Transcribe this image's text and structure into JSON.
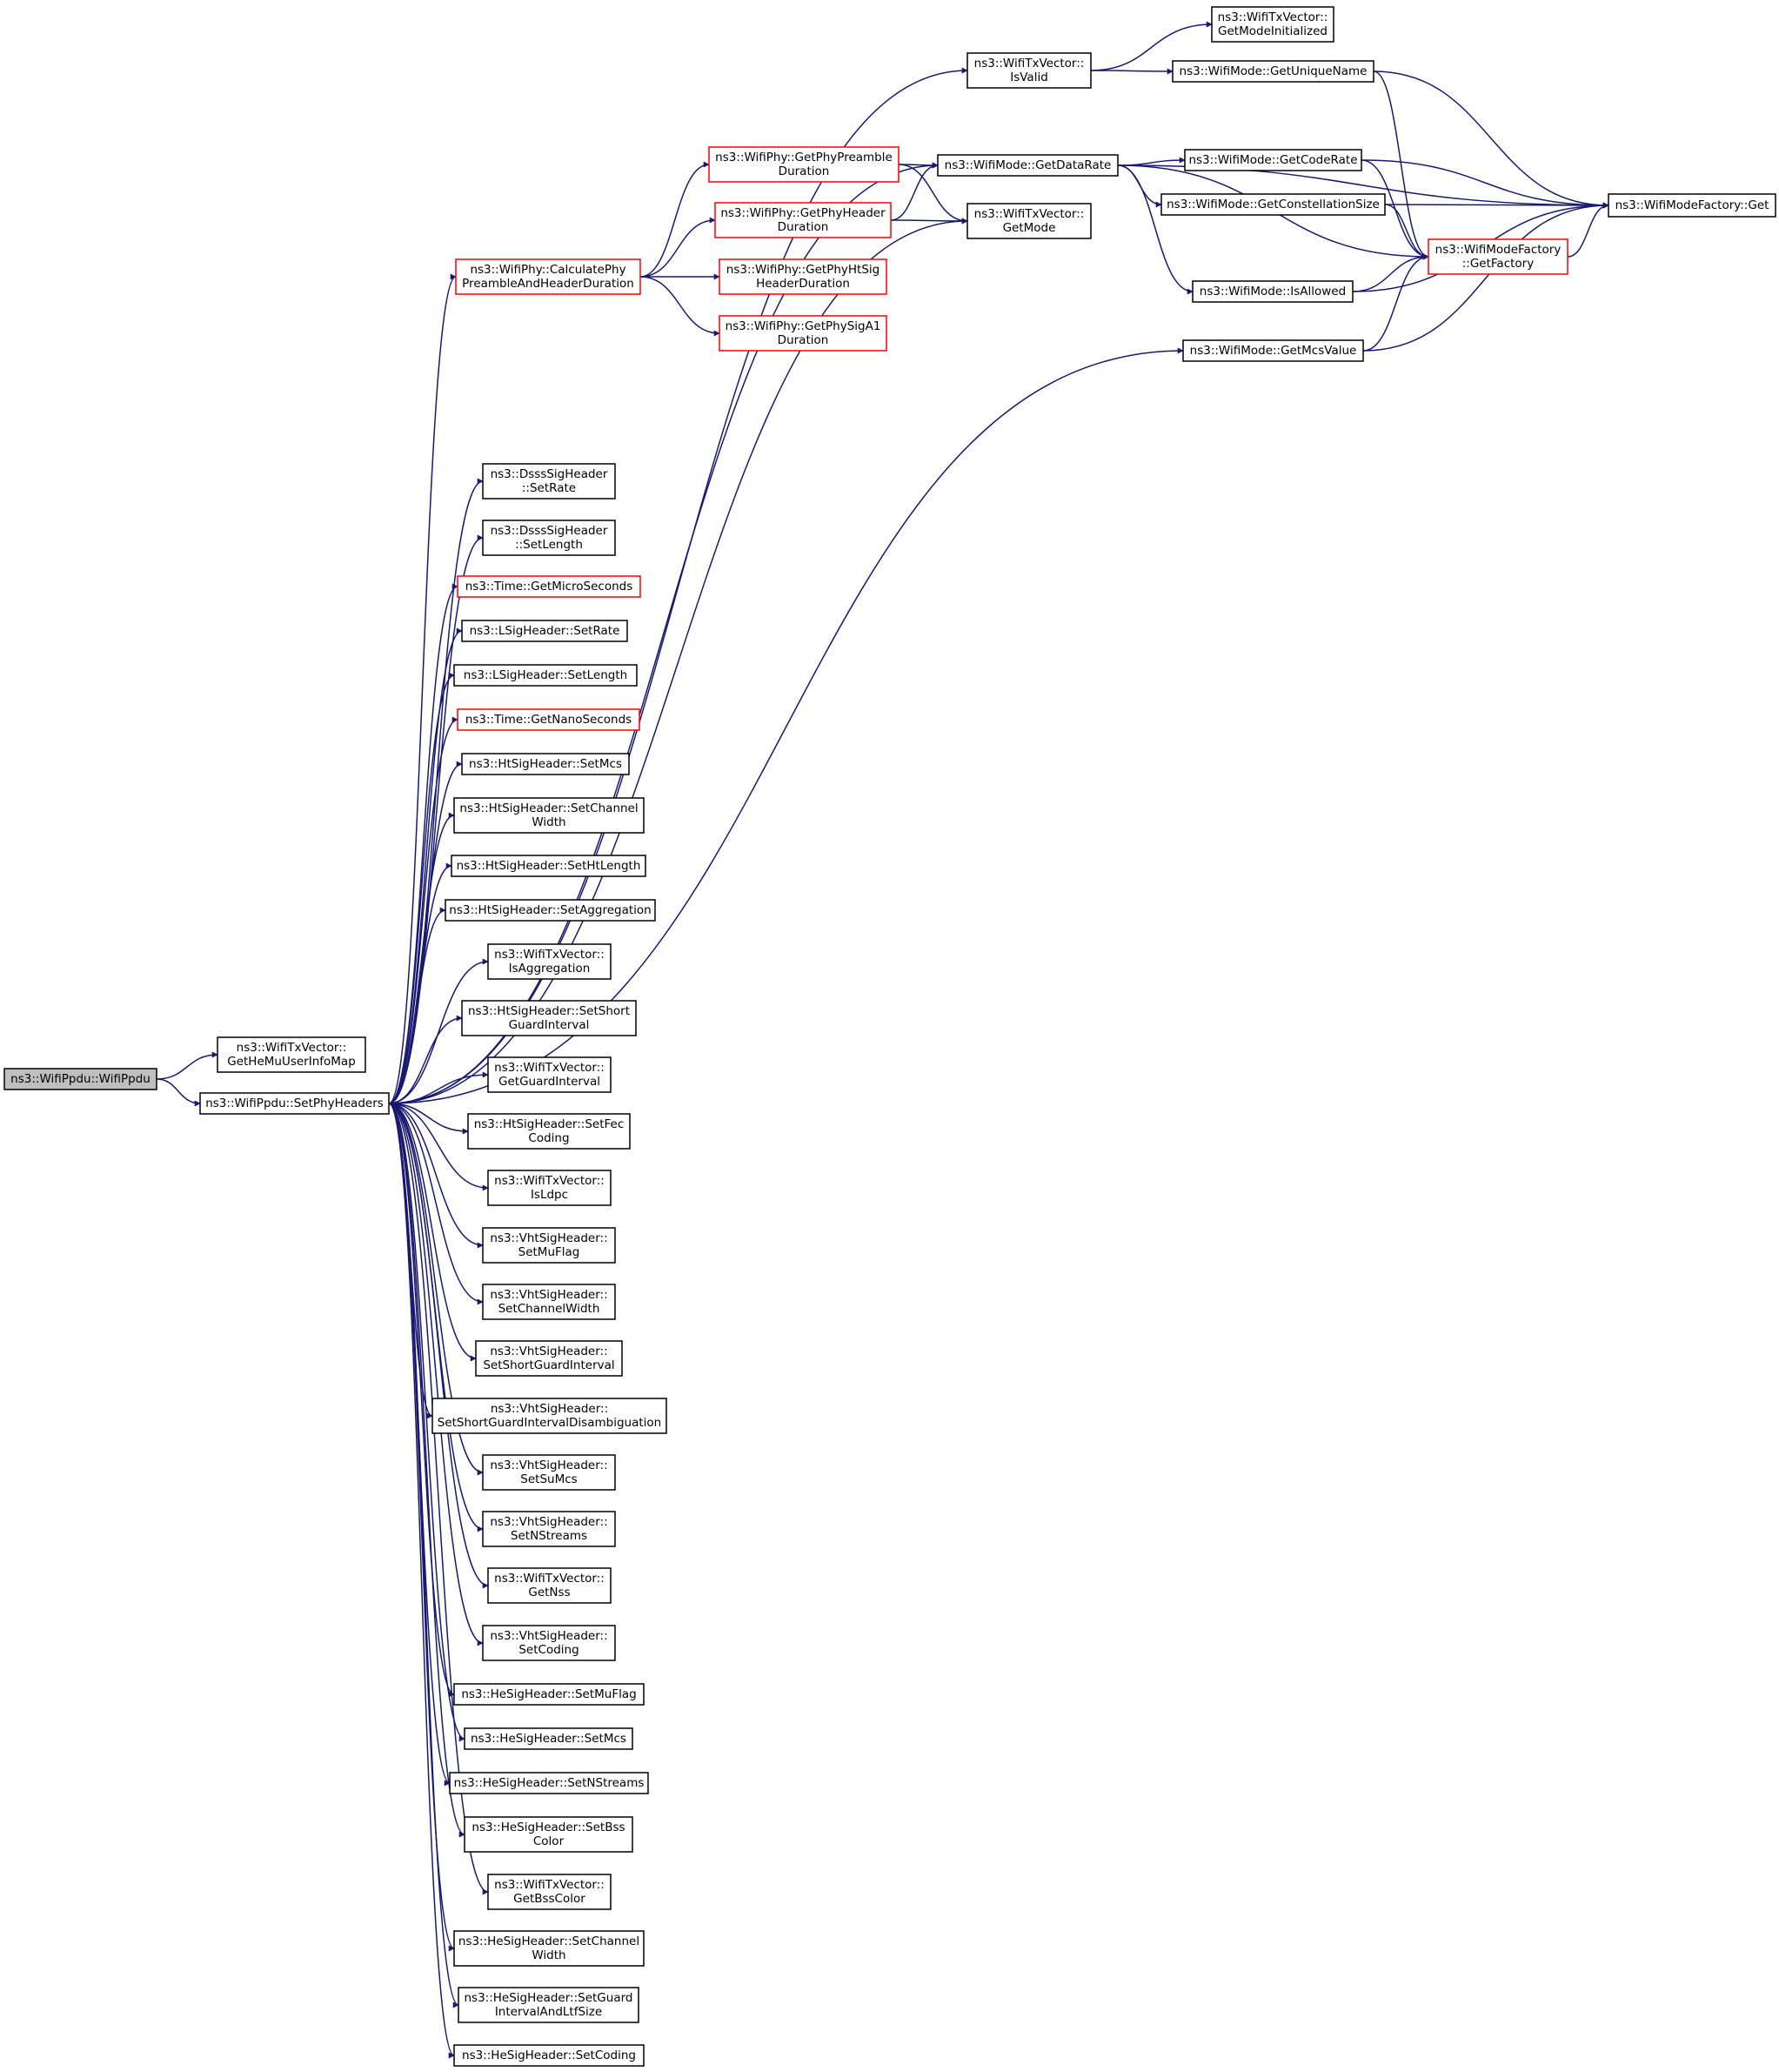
{
  "colors": {
    "edge": "#191970",
    "node_border": "#000000",
    "node_border_truncated": "#ff0000",
    "node_fill": "#ffffff",
    "root_fill": "#bfbfbf"
  },
  "nodes": [
    {
      "id": "root",
      "lines": [
        "ns3::WifiPpdu::WifiPpdu"
      ],
      "style": "root"
    },
    {
      "id": "getHeMu",
      "lines": [
        "ns3::WifiTxVector::",
        "GetHeMuUserInfoMap"
      ],
      "style": "normal"
    },
    {
      "id": "setPhy",
      "lines": [
        "ns3::WifiPpdu::SetPhyHeaders"
      ],
      "style": "normal"
    },
    {
      "id": "getModeInit",
      "lines": [
        "ns3::WifiTxVector::",
        "GetModeInitialized"
      ],
      "style": "normal"
    },
    {
      "id": "isValid",
      "lines": [
        "ns3::WifiTxVector::",
        "IsValid"
      ],
      "style": "normal"
    },
    {
      "id": "getUniqueName",
      "lines": [
        "ns3::WifiMode::GetUniqueName"
      ],
      "style": "normal"
    },
    {
      "id": "getPreamble",
      "lines": [
        "ns3::WifiPhy::GetPhyPreamble",
        "Duration"
      ],
      "style": "truncated"
    },
    {
      "id": "getDataRate",
      "lines": [
        "ns3::WifiMode::GetDataRate"
      ],
      "style": "normal"
    },
    {
      "id": "getCodeRate",
      "lines": [
        "ns3::WifiMode::GetCodeRate"
      ],
      "style": "normal"
    },
    {
      "id": "getHeader",
      "lines": [
        "ns3::WifiPhy::GetPhyHeader",
        "Duration"
      ],
      "style": "truncated"
    },
    {
      "id": "getMode",
      "lines": [
        "ns3::WifiTxVector::",
        "GetMode"
      ],
      "style": "normal"
    },
    {
      "id": "getConst",
      "lines": [
        "ns3::WifiMode::GetConstellationSize"
      ],
      "style": "normal"
    },
    {
      "id": "factoryGet",
      "lines": [
        "ns3::WifiModeFactory::Get"
      ],
      "style": "normal"
    },
    {
      "id": "getFactory",
      "lines": [
        "ns3::WifiModeFactory",
        "::GetFactory"
      ],
      "style": "truncated"
    },
    {
      "id": "calcPre",
      "lines": [
        "ns3::WifiPhy::CalculatePhy",
        "PreambleAndHeaderDuration"
      ],
      "style": "truncated"
    },
    {
      "id": "getHtSig",
      "lines": [
        "ns3::WifiPhy::GetPhyHtSig",
        "HeaderDuration"
      ],
      "style": "truncated"
    },
    {
      "id": "isAllowed",
      "lines": [
        "ns3::WifiMode::IsAllowed"
      ],
      "style": "normal"
    },
    {
      "id": "getSigA1",
      "lines": [
        "ns3::WifiPhy::GetPhySigA1",
        "Duration"
      ],
      "style": "truncated"
    },
    {
      "id": "getMcs",
      "lines": [
        "ns3::WifiMode::GetMcsValue"
      ],
      "style": "normal"
    },
    {
      "id": "dsssRate",
      "lines": [
        "ns3::DsssSigHeader",
        "::SetRate"
      ],
      "style": "normal"
    },
    {
      "id": "dsssLen",
      "lines": [
        "ns3::DsssSigHeader",
        "::SetLength"
      ],
      "style": "normal"
    },
    {
      "id": "getMicro",
      "lines": [
        "ns3::Time::GetMicroSeconds"
      ],
      "style": "truncated"
    },
    {
      "id": "lsigRate",
      "lines": [
        "ns3::LSigHeader::SetRate"
      ],
      "style": "normal"
    },
    {
      "id": "lsigLen",
      "lines": [
        "ns3::LSigHeader::SetLength"
      ],
      "style": "normal"
    },
    {
      "id": "getNano",
      "lines": [
        "ns3::Time::GetNanoSeconds"
      ],
      "style": "truncated"
    },
    {
      "id": "htMcs",
      "lines": [
        "ns3::HtSigHeader::SetMcs"
      ],
      "style": "normal"
    },
    {
      "id": "htChan",
      "lines": [
        "ns3::HtSigHeader::SetChannel",
        "Width"
      ],
      "style": "normal"
    },
    {
      "id": "htLen",
      "lines": [
        "ns3::HtSigHeader::SetHtLength"
      ],
      "style": "normal"
    },
    {
      "id": "htAgg",
      "lines": [
        "ns3::HtSigHeader::SetAggregation"
      ],
      "style": "normal"
    },
    {
      "id": "isAgg",
      "lines": [
        "ns3::WifiTxVector::",
        "IsAggregation"
      ],
      "style": "normal"
    },
    {
      "id": "htSgi",
      "lines": [
        "ns3::HtSigHeader::SetShort",
        "GuardInterval"
      ],
      "style": "normal"
    },
    {
      "id": "getGi",
      "lines": [
        "ns3::WifiTxVector::",
        "GetGuardInterval"
      ],
      "style": "normal"
    },
    {
      "id": "htFec",
      "lines": [
        "ns3::HtSigHeader::SetFec",
        "Coding"
      ],
      "style": "normal"
    },
    {
      "id": "isLdpc",
      "lines": [
        "ns3::WifiTxVector::",
        "IsLdpc"
      ],
      "style": "normal"
    },
    {
      "id": "vhtMu",
      "lines": [
        "ns3::VhtSigHeader::",
        "SetMuFlag"
      ],
      "style": "normal"
    },
    {
      "id": "vhtChan",
      "lines": [
        "ns3::VhtSigHeader::",
        "SetChannelWidth"
      ],
      "style": "normal"
    },
    {
      "id": "vhtSgi",
      "lines": [
        "ns3::VhtSigHeader::",
        "SetShortGuardInterval"
      ],
      "style": "normal"
    },
    {
      "id": "vhtSgiD",
      "lines": [
        "ns3::VhtSigHeader::",
        "SetShortGuardIntervalDisambiguation"
      ],
      "style": "normal"
    },
    {
      "id": "vhtSuMcs",
      "lines": [
        "ns3::VhtSigHeader::",
        "SetSuMcs"
      ],
      "style": "normal"
    },
    {
      "id": "vhtNs",
      "lines": [
        "ns3::VhtSigHeader::",
        "SetNStreams"
      ],
      "style": "normal"
    },
    {
      "id": "getNss",
      "lines": [
        "ns3::WifiTxVector::",
        "GetNss"
      ],
      "style": "normal"
    },
    {
      "id": "vhtCod",
      "lines": [
        "ns3::VhtSigHeader::",
        "SetCoding"
      ],
      "style": "normal"
    },
    {
      "id": "heMu",
      "lines": [
        "ns3::HeSigHeader::SetMuFlag"
      ],
      "style": "normal"
    },
    {
      "id": "heMcs",
      "lines": [
        "ns3::HeSigHeader::SetMcs"
      ],
      "style": "normal"
    },
    {
      "id": "heNs",
      "lines": [
        "ns3::HeSigHeader::SetNStreams"
      ],
      "style": "normal"
    },
    {
      "id": "heBss",
      "lines": [
        "ns3::HeSigHeader::SetBss",
        "Color"
      ],
      "style": "normal"
    },
    {
      "id": "getBss",
      "lines": [
        "ns3::WifiTxVector::",
        "GetBssColor"
      ],
      "style": "normal"
    },
    {
      "id": "heChan",
      "lines": [
        "ns3::HeSigHeader::SetChannel",
        "Width"
      ],
      "style": "normal"
    },
    {
      "id": "heGi",
      "lines": [
        "ns3::HeSigHeader::SetGuard",
        "IntervalAndLtfSize"
      ],
      "style": "normal"
    },
    {
      "id": "heCod",
      "lines": [
        "ns3::HeSigHeader::SetCoding"
      ],
      "style": "normal"
    }
  ],
  "edges": [
    [
      "root",
      "getHeMu"
    ],
    [
      "root",
      "setPhy"
    ],
    [
      "setPhy",
      "isValid"
    ],
    [
      "setPhy",
      "getDataRate"
    ],
    [
      "setPhy",
      "calcPre"
    ],
    [
      "setPhy",
      "getMode"
    ],
    [
      "setPhy",
      "getMcs"
    ],
    [
      "setPhy",
      "dsssRate"
    ],
    [
      "setPhy",
      "dsssLen"
    ],
    [
      "setPhy",
      "getMicro"
    ],
    [
      "setPhy",
      "lsigRate"
    ],
    [
      "setPhy",
      "lsigLen"
    ],
    [
      "setPhy",
      "getNano"
    ],
    [
      "setPhy",
      "htMcs"
    ],
    [
      "setPhy",
      "htChan"
    ],
    [
      "setPhy",
      "htLen"
    ],
    [
      "setPhy",
      "htAgg"
    ],
    [
      "setPhy",
      "isAgg"
    ],
    [
      "setPhy",
      "htSgi"
    ],
    [
      "setPhy",
      "getGi"
    ],
    [
      "setPhy",
      "htFec"
    ],
    [
      "setPhy",
      "isLdpc"
    ],
    [
      "setPhy",
      "vhtMu"
    ],
    [
      "setPhy",
      "vhtChan"
    ],
    [
      "setPhy",
      "vhtSgi"
    ],
    [
      "setPhy",
      "vhtSgiD"
    ],
    [
      "setPhy",
      "vhtSuMcs"
    ],
    [
      "setPhy",
      "vhtNs"
    ],
    [
      "setPhy",
      "getNss"
    ],
    [
      "setPhy",
      "vhtCod"
    ],
    [
      "setPhy",
      "heMu"
    ],
    [
      "setPhy",
      "heMcs"
    ],
    [
      "setPhy",
      "heNs"
    ],
    [
      "setPhy",
      "heBss"
    ],
    [
      "setPhy",
      "getBss"
    ],
    [
      "setPhy",
      "heChan"
    ],
    [
      "setPhy",
      "heGi"
    ],
    [
      "setPhy",
      "heCod"
    ],
    [
      "isValid",
      "getModeInit"
    ],
    [
      "isValid",
      "getUniqueName"
    ],
    [
      "getUniqueName",
      "factoryGet"
    ],
    [
      "getUniqueName",
      "getFactory"
    ],
    [
      "calcPre",
      "getPreamble"
    ],
    [
      "calcPre",
      "getHeader"
    ],
    [
      "calcPre",
      "getHtSig"
    ],
    [
      "calcPre",
      "getSigA1"
    ],
    [
      "getPreamble",
      "getDataRate"
    ],
    [
      "getPreamble",
      "getMode"
    ],
    [
      "getHeader",
      "getDataRate"
    ],
    [
      "getHeader",
      "getMode"
    ],
    [
      "getDataRate",
      "getCodeRate"
    ],
    [
      "getDataRate",
      "getConst"
    ],
    [
      "getDataRate",
      "factoryGet"
    ],
    [
      "getDataRate",
      "getFactory"
    ],
    [
      "getDataRate",
      "isAllowed"
    ],
    [
      "getCodeRate",
      "factoryGet"
    ],
    [
      "getCodeRate",
      "getFactory"
    ],
    [
      "getConst",
      "factoryGet"
    ],
    [
      "getConst",
      "getFactory"
    ],
    [
      "getFactory",
      "factoryGet"
    ],
    [
      "isAllowed",
      "getFactory"
    ],
    [
      "isAllowed",
      "factoryGet"
    ],
    [
      "getMcs",
      "getFactory"
    ],
    [
      "getMcs",
      "factoryGet"
    ]
  ]
}
